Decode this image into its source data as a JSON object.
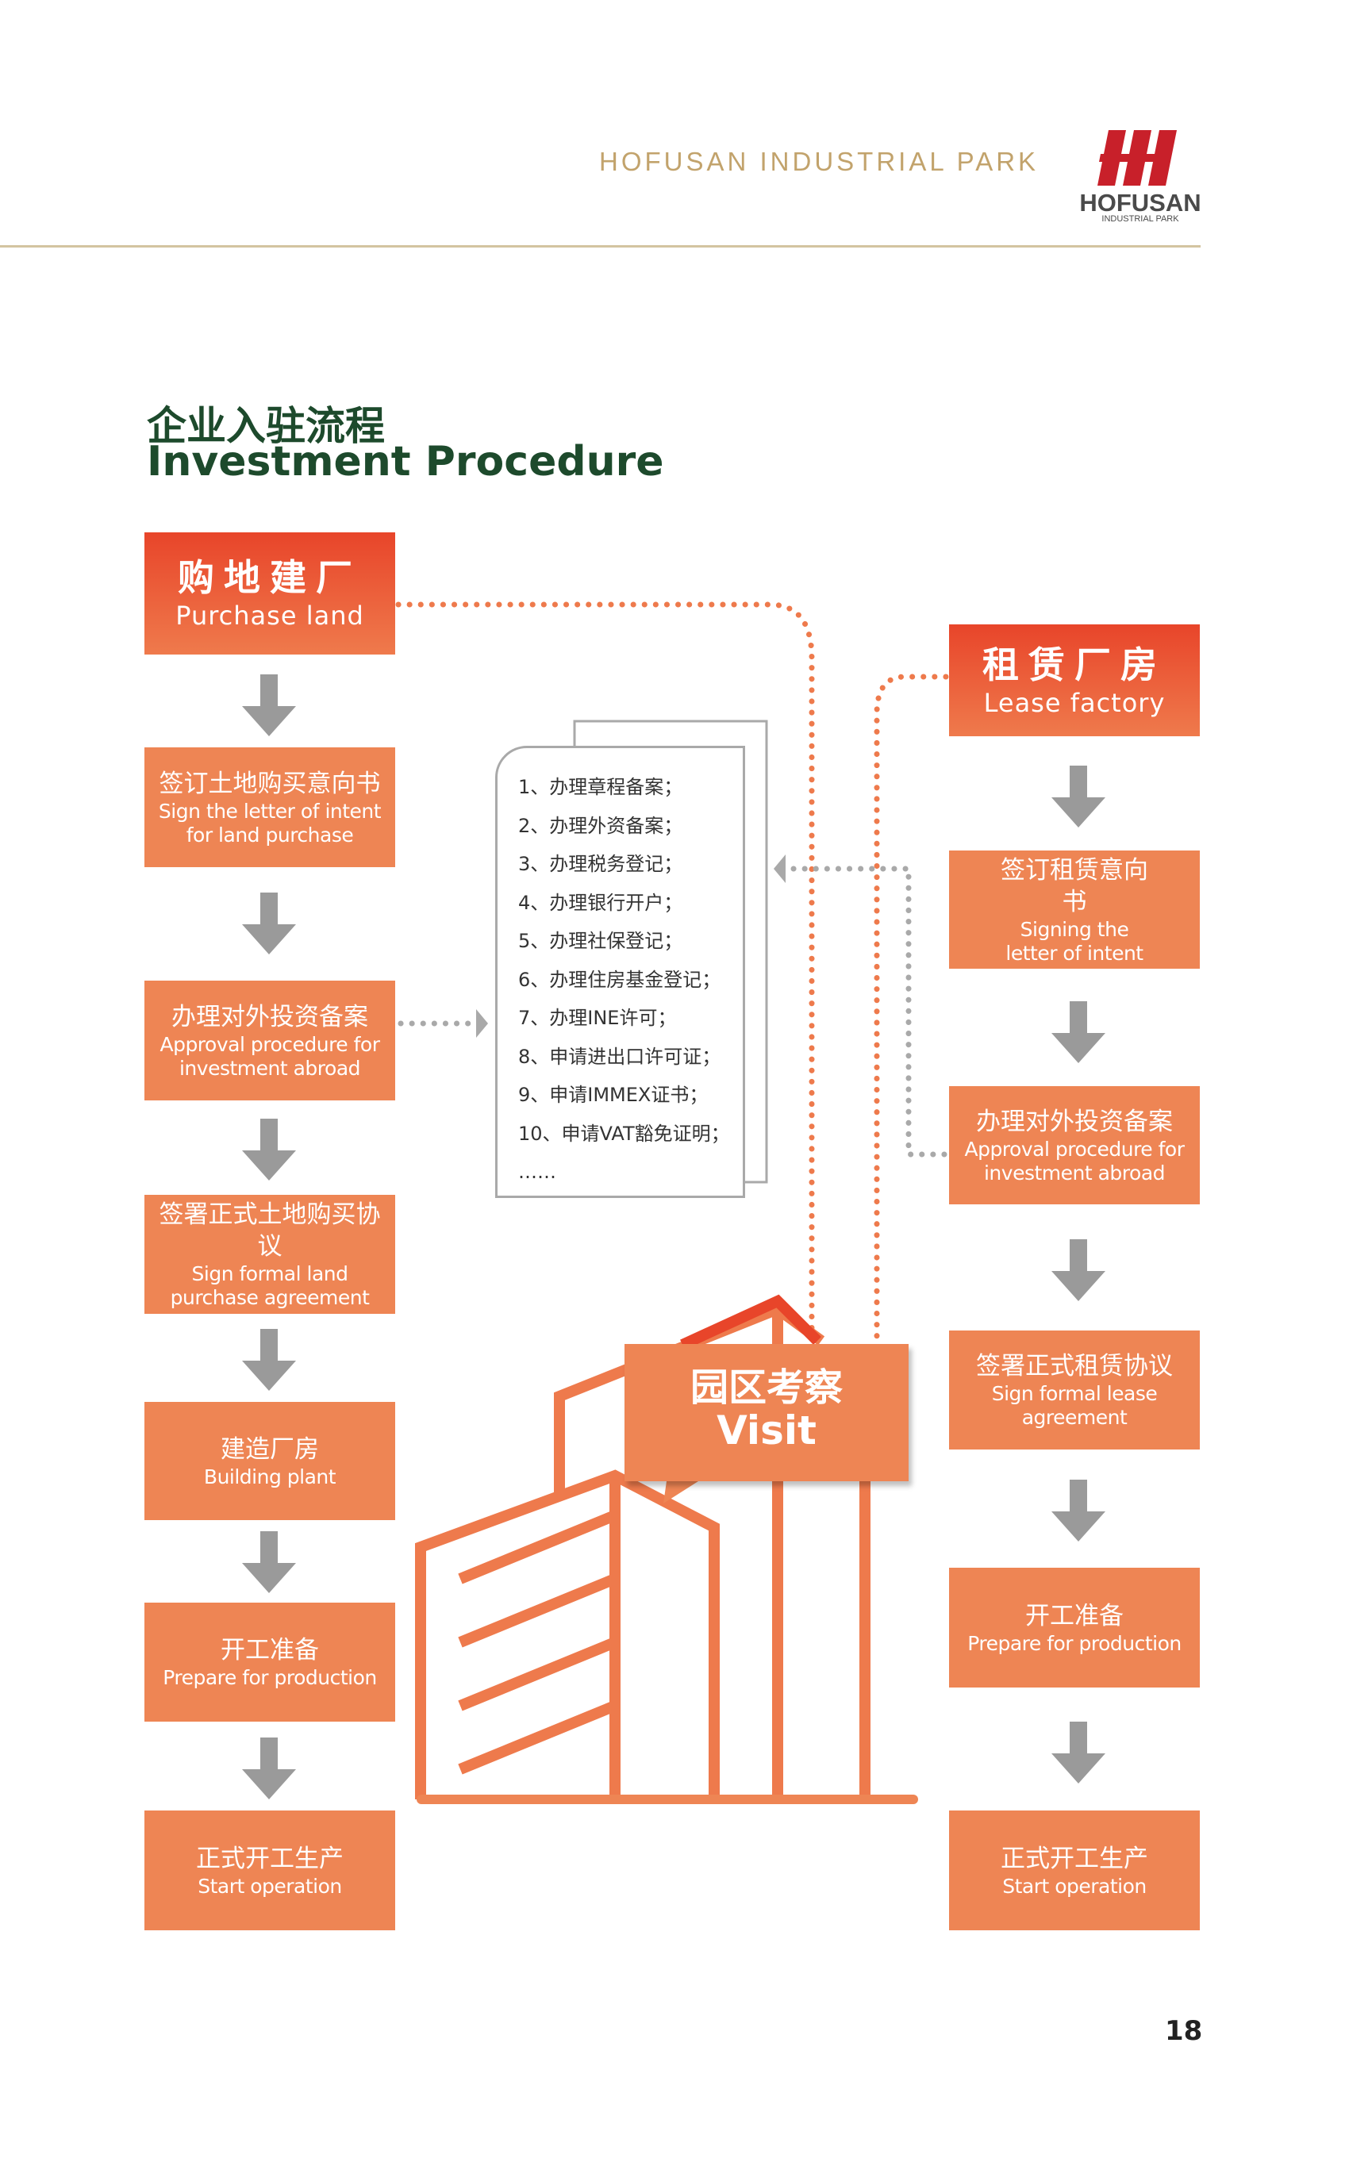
{
  "header": {
    "park_name": "HOFUSAN  INDUSTRIAL  PARK",
    "logo_text": "HOFUSAN",
    "logo_subtext": "INDUSTRIAL PARK"
  },
  "title": {
    "cn": "企业入驻流程",
    "en": "Investment Procedure"
  },
  "left_column": [
    {
      "cn": "购地建厂",
      "en": "Purchase land"
    },
    {
      "cn": "签订土地购买意向书",
      "en": "Sign the letter of intent for land purchase"
    },
    {
      "cn": "办理对外投资备案",
      "en": "Approval procedure for investment abroad"
    },
    {
      "cn": "签署正式土地购买协议",
      "en": "Sign formal land purchase agreement"
    },
    {
      "cn": "建造厂房",
      "en": "Building plant"
    },
    {
      "cn": "开工准备",
      "en": "Prepare for production"
    },
    {
      "cn": "正式开工生产",
      "en": "Start operation"
    }
  ],
  "right_column": [
    {
      "cn": "租赁厂房",
      "en": "Lease factory"
    },
    {
      "cn": "签订租赁意向书",
      "en": "Signing the letter of intent"
    },
    {
      "cn": "办理对外投资备案",
      "en": "Approval procedure for investment abroad"
    },
    {
      "cn": "签署正式租赁协议",
      "en": "Sign formal lease agreement"
    },
    {
      "cn": "开工准备",
      "en": "Prepare for production"
    },
    {
      "cn": "正式开工生产",
      "en": "Start operation"
    }
  ],
  "procedures": [
    "1、办理章程备案；",
    "2、办理外资备案；",
    "3、办理税务登记；",
    "4、办理银行开户；",
    "5、办理社保登记；",
    "6、办理住房基金登记；",
    "7、办理INE许可；",
    "8、申请进出口许可证；",
    "9、申请IMMEX证书；",
    "10、申请VAT豁免证明；",
    "……"
  ],
  "visit": {
    "cn": "园区考察",
    "en": "Visit"
  },
  "page_number": "18",
  "colors": {
    "box": "#ee8554",
    "head": "#e8452a",
    "title": "#1d4a2c",
    "gold": "#c2a36c",
    "arrow": "#9a9a9a"
  }
}
